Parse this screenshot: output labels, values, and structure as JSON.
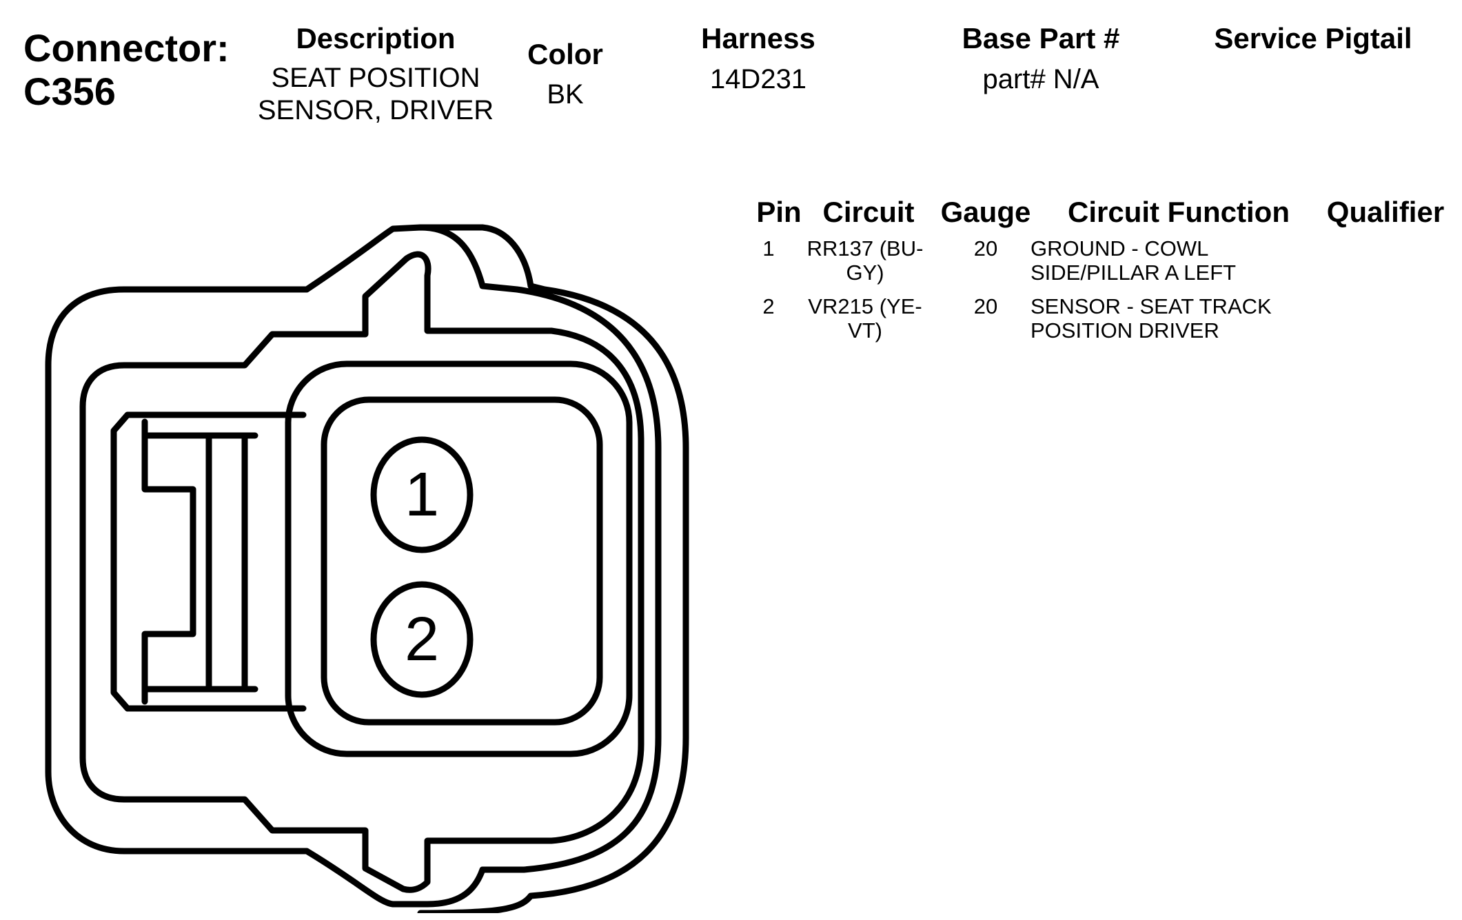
{
  "connector": {
    "label": "Connector:",
    "id": "C356"
  },
  "header": {
    "description": {
      "label": "Description",
      "lines": [
        "SEAT POSITION",
        "SENSOR, DRIVER"
      ]
    },
    "color": {
      "label": "Color",
      "value": "BK"
    },
    "harness": {
      "label": "Harness",
      "value": "14D231"
    },
    "base_part": {
      "label": "Base Part #",
      "value": "part# N/A"
    },
    "service_pigtail": {
      "label": "Service Pigtail",
      "value": ""
    }
  },
  "pin_table": {
    "columns": [
      "Pin",
      "Circuit",
      "Gauge",
      "Circuit Function",
      "Qualifier"
    ],
    "rows": [
      {
        "pin": "1",
        "circuit": [
          "RR137 (BU-",
          "GY)"
        ],
        "gauge": "20",
        "function": [
          "GROUND - COWL",
          "SIDE/PILLAR A LEFT"
        ],
        "qualifier": ""
      },
      {
        "pin": "2",
        "circuit": [
          "VR215 (YE-",
          "VT)"
        ],
        "gauge": "20",
        "function": [
          "SENSOR - SEAT TRACK",
          "POSITION DRIVER"
        ],
        "qualifier": ""
      }
    ]
  },
  "diagram": {
    "pins": [
      "1",
      "2"
    ]
  }
}
